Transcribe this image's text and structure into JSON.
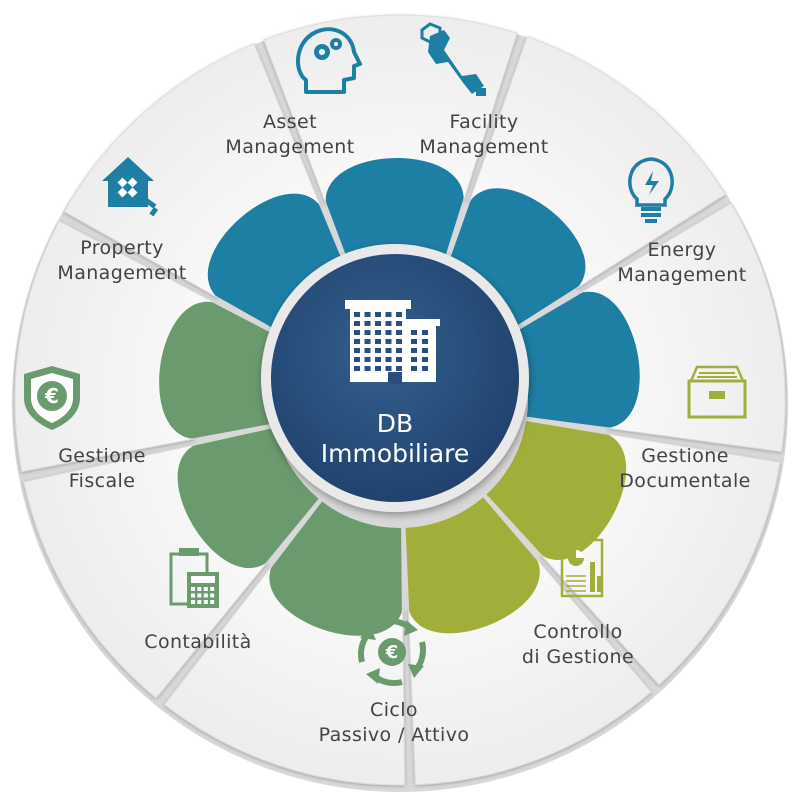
{
  "hub": {
    "title_line1": "DB",
    "title_line2": "Immobiliare",
    "icon": "office-building-icon"
  },
  "segments": [
    {
      "id": "asset-management",
      "lines": [
        "Asset",
        "Management"
      ],
      "icon": "head-gears-icon"
    },
    {
      "id": "facility-management",
      "lines": [
        "Facility",
        "Management"
      ],
      "icon": "wrench-bolt-icon"
    },
    {
      "id": "energy-management",
      "lines": [
        "Energy",
        "Management"
      ],
      "icon": "lightbulb-icon"
    },
    {
      "id": "gestione-documentale",
      "lines": [
        "Gestione",
        "Documentale"
      ],
      "icon": "file-drawer-icon"
    },
    {
      "id": "controllo-di-gestione",
      "lines": [
        "Controllo",
        "di Gestione"
      ],
      "icon": "report-chart-icon"
    },
    {
      "id": "ciclo-passivo-attivo",
      "lines": [
        "Ciclo",
        "Passivo / Attivo"
      ],
      "icon": "euro-cycle-icon"
    },
    {
      "id": "contabilita",
      "lines": [
        "Contabilità"
      ],
      "icon": "calculator-clipboard-icon"
    },
    {
      "id": "gestione-fiscale",
      "lines": [
        "Gestione",
        "Fiscale"
      ],
      "icon": "euro-shield-icon"
    },
    {
      "id": "property-management",
      "lines": [
        "Property",
        "Management"
      ],
      "icon": "house-key-icon"
    }
  ],
  "colors": {
    "blue": "#1d7fa4",
    "green": "#6b9a6e",
    "olive": "#a2ae3a",
    "hub": "#2a4e7e",
    "segment_fill": "#f2f2f2",
    "label_text": "#3f4448"
  }
}
